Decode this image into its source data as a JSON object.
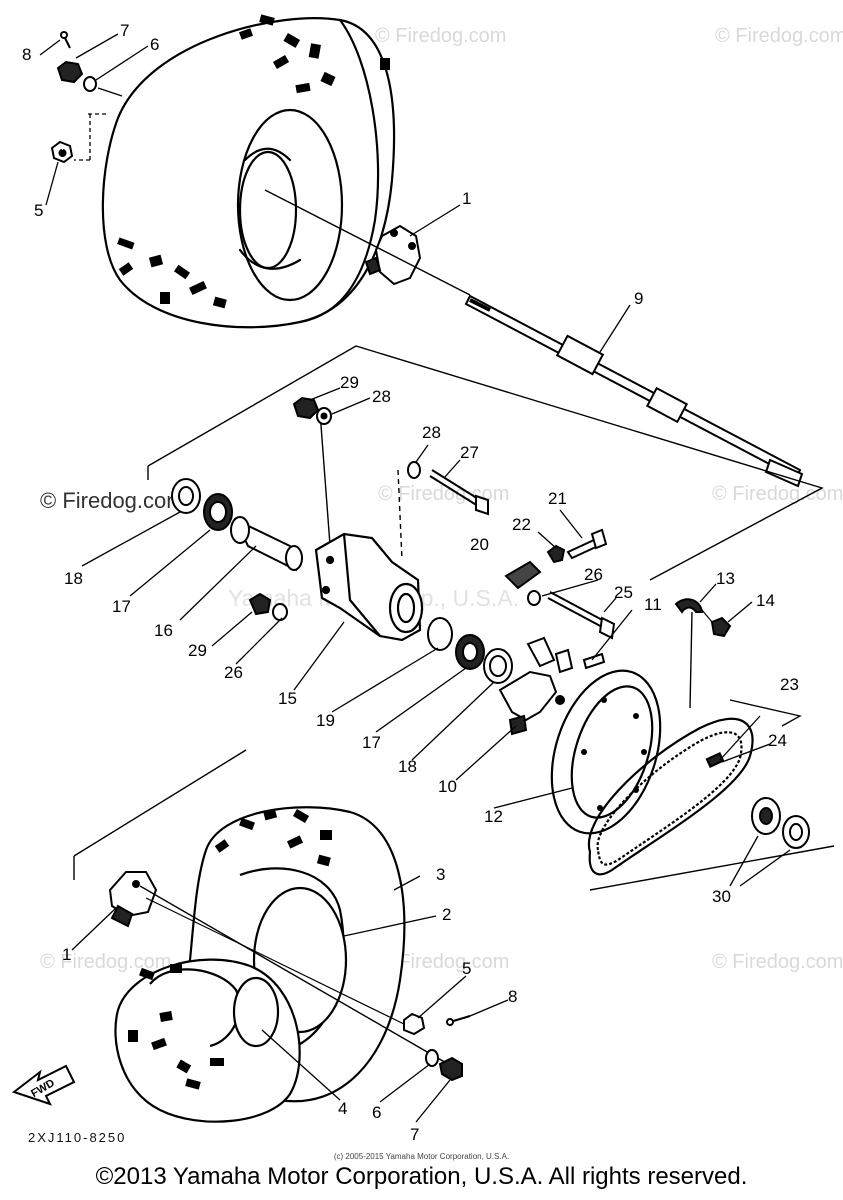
{
  "watermark_text": "© Firedog.com",
  "center_watermark": "Yamaha Motor Corp., U.S.A.",
  "drawing_code": "2XJ110-8250",
  "small_copyright": "(c) 2005-2015 Yamaha Motor Corporation, U.S.A.",
  "main_copyright": "©2013 Yamaha Motor Corporation, U.S.A. All rights reserved.",
  "fwd_label": "FWD",
  "callouts": {
    "c8a": "8",
    "c7a": "7",
    "c6a": "6",
    "c5a": "5",
    "c1a": "1",
    "c9": "9",
    "c29a": "29",
    "c28a": "28",
    "c28b": "28",
    "c27": "27",
    "c21": "21",
    "c22": "22",
    "c20": "20",
    "c26a": "26",
    "c25": "25",
    "c11": "11",
    "c13": "13",
    "c14": "14",
    "c18a": "18",
    "c17a": "17",
    "c16": "16",
    "c29b": "29",
    "c26b": "26",
    "c15": "15",
    "c19": "19",
    "c17b": "17",
    "c18b": "18",
    "c10": "10",
    "c12": "12",
    "c23": "23",
    "c24": "24",
    "c30": "30",
    "c3": "3",
    "c2": "2",
    "c1b": "1",
    "c5b": "5",
    "c8b": "8",
    "c6b": "6",
    "c7b": "7",
    "c4": "4"
  }
}
